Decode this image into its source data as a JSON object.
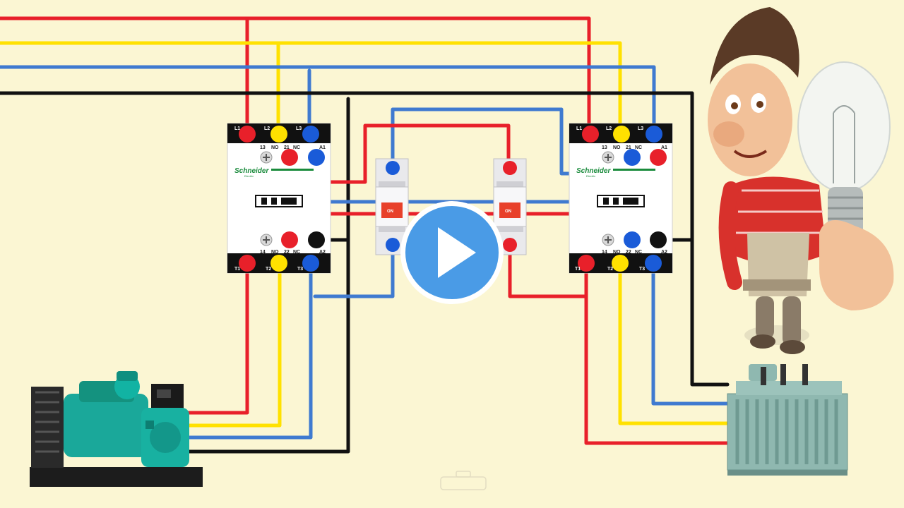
{
  "colors": {
    "background": "#fbf6d3",
    "phase_l1": "#e8202a",
    "phase_l2": "#ffe100",
    "phase_l3": "#3f7ad0",
    "neutral": "#111111",
    "terminal_blue": "#1a5bd8",
    "play_button": "#4a9be6",
    "brand_green": "#1a8b3c"
  },
  "contactors": [
    {
      "brand": "Schneider",
      "brand_sub": "Electric",
      "top_labels": [
        "L1",
        "L2",
        "L3"
      ],
      "aux_top": [
        "13",
        "NO",
        "21",
        "NC",
        "A1"
      ],
      "aux_bottom": [
        "14",
        "NO",
        "22",
        "NC",
        "A2"
      ],
      "bottom_labels": [
        "T1",
        "T2",
        "T3"
      ]
    },
    {
      "brand": "Schneider",
      "brand_sub": "Electric",
      "top_labels": [
        "L1",
        "L2",
        "L3"
      ],
      "aux_top": [
        "13",
        "NO",
        "21",
        "NC",
        "A1"
      ],
      "aux_bottom": [
        "14",
        "NO",
        "22",
        "NC",
        "A2"
      ],
      "bottom_labels": [
        "T1",
        "T2",
        "T3"
      ]
    }
  ],
  "breakers": [
    {
      "label": "ON"
    },
    {
      "label": "ON"
    }
  ],
  "icons": {
    "play": "play-button-icon",
    "generator": "generator-icon",
    "transformer": "transformer-icon",
    "mascot": "electrician-mascot-icon",
    "bulb": "light-bulb-icon",
    "watermark": "watermark-logo-icon"
  }
}
